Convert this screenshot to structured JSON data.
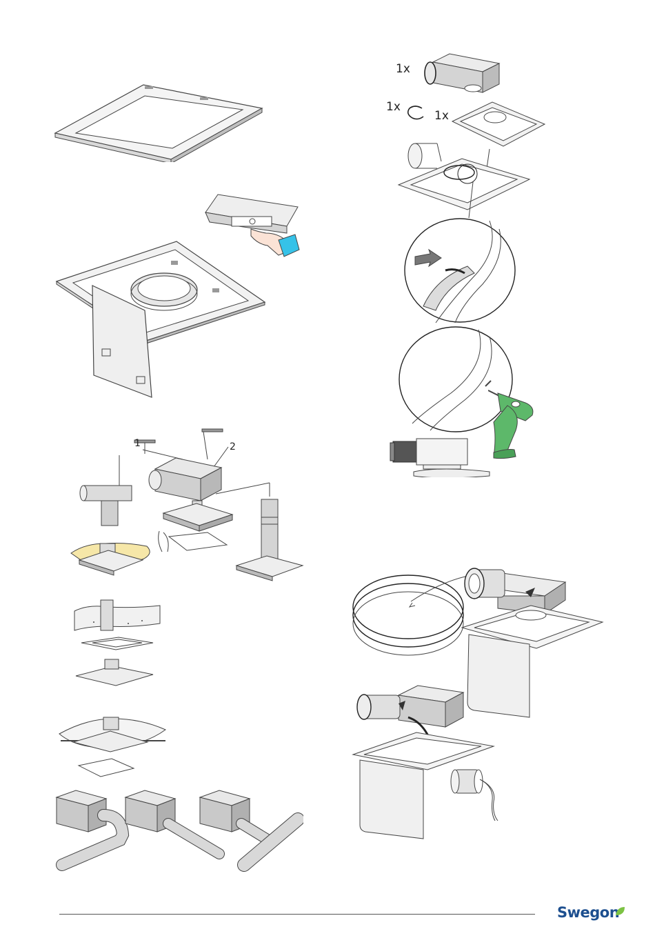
{
  "labels": {
    "qty_box": "1x",
    "qty_ring": "1x",
    "qty_plate": "1x",
    "callout_1": "1",
    "callout_2": "2"
  },
  "brand": {
    "name": "Swegon",
    "color": "#1d4f8f",
    "leaf_color": "#7cc243"
  },
  "colors": {
    "line": "#444444",
    "fill_light": "#f2f2f2",
    "fill_mid": "#d9d9d9",
    "fill_dark": "#b5b5b5",
    "accent_blue": "#36c2e8",
    "accent_green": "#5db86a",
    "insulation_yellow": "#f6e7a8"
  }
}
